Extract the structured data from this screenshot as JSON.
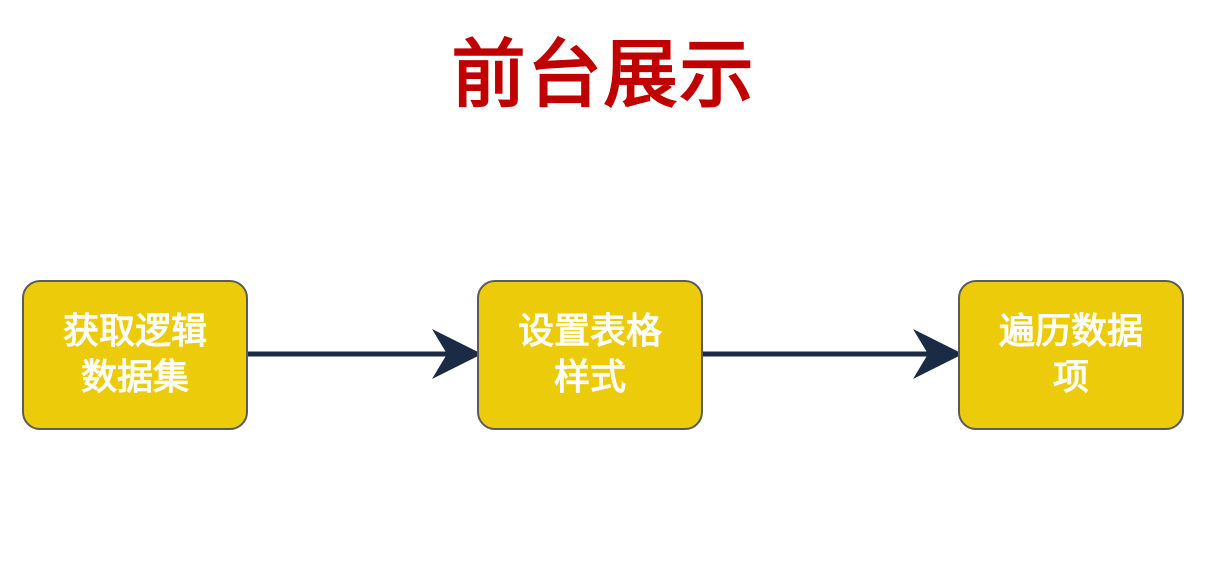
{
  "title": "前台展示",
  "colors": {
    "title": "#c00000",
    "box_fill": "#eccb0a",
    "box_border": "#5b5b5b",
    "box_text": "#ffffff",
    "arrow": "#1c2b45"
  },
  "steps": [
    {
      "label": "获取逻辑数据集"
    },
    {
      "label": "设置表格样式"
    },
    {
      "label": "遍历数据项"
    }
  ]
}
